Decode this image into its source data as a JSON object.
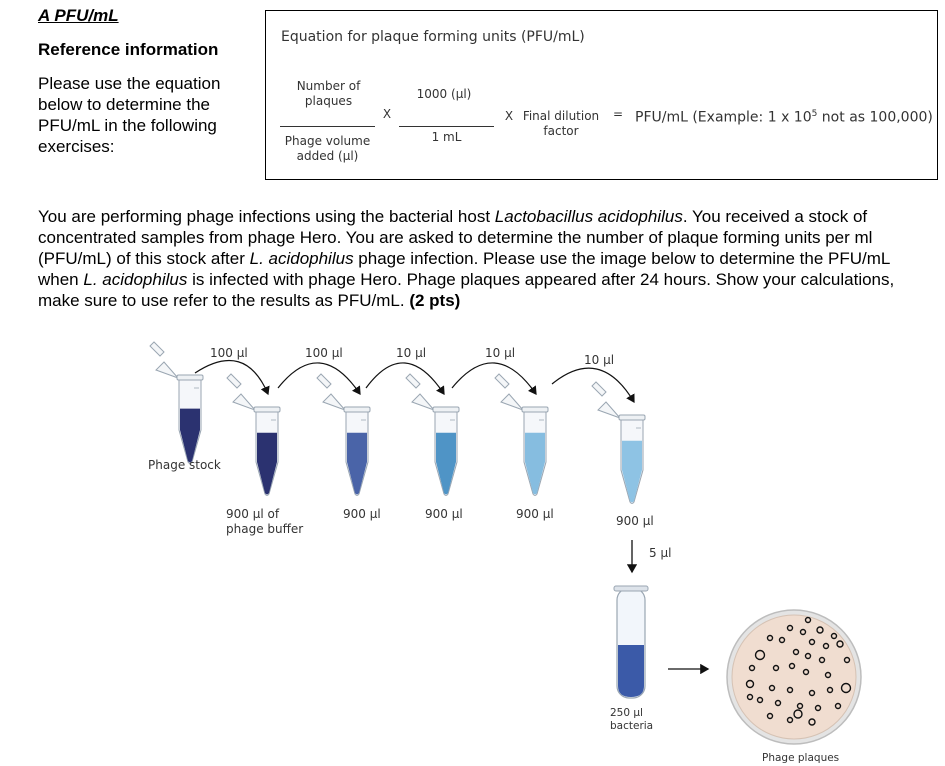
{
  "header": {
    "title": "A PFU/mL",
    "reference_heading": "Reference information",
    "reference_text": "Please use the equation below to determine the PFU/mL in the following exercises:"
  },
  "equation": {
    "title": "Equation for plaque forming units (PFU/mL)",
    "numerator_1": "Number of plaques",
    "denominator_1": "Phage volume added (µl)",
    "times_1": "X",
    "numerator_2": "1000 (µl)",
    "denominator_2": "1 mL",
    "times_2": "X",
    "dilution_factor": "Final dilution factor",
    "equals": "=",
    "result_prefix": "PFU/mL (Example: 1 x 10",
    "result_exponent": "5",
    "result_suffix": " not as 100,000)"
  },
  "question": {
    "p1": "You are performing phage infections using the bacterial host ",
    "organism_full": "Lactobacillus acidophilus",
    "p2": ". You received a stock of concentrated samples from phage Hero. You are asked to determine the number of plaque forming units per ml (PFU/mL) of this stock after ",
    "organism_short_1": "L. acidophilus",
    "p3": " phage infection. Please use the image below to determine the PFU/mL when ",
    "organism_short_2": "L. acidophilus",
    "p4": " is infected with phage Hero. Phage plaques appeared after 24 hours. Show your calculations, make sure to use refer to the results as PFU/mL. ",
    "points": "(2 pts)"
  },
  "figure": {
    "transfer_volumes": [
      "100 µl",
      "100 µl",
      "10 µl",
      "10 µl",
      "10 µl"
    ],
    "stock_label": "Phage stock",
    "buffer_first_line1": "900 µl of",
    "buffer_first_line2": "phage buffer",
    "buffer_volumes": [
      "900 µl",
      "900 µl",
      "900 µl",
      "900 µl"
    ],
    "plating_volume": "5 µl",
    "bacteria_line1": "250 µl",
    "bacteria_line2": "bacteria",
    "plate_label": "Phage plaques",
    "colors": {
      "tube_fills": [
        "#2b3270",
        "#2b3270",
        "#4a64a8",
        "#4f94c6",
        "#86bde0",
        "#8ec3e4"
      ],
      "bacteria_fill": "#3b5aa8",
      "plate_fill": "#f0ddd0",
      "plate_rim": "#cfcfcf"
    }
  }
}
